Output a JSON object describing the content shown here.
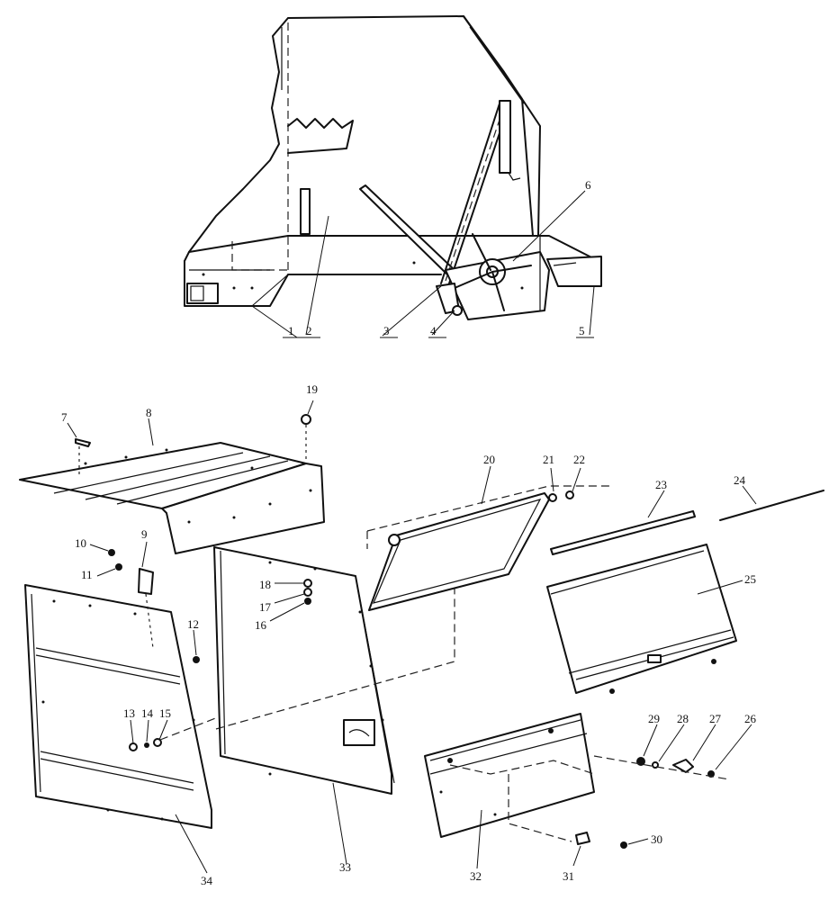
{
  "diagram": {
    "colors": {
      "line": "#111111",
      "background": "#ffffff"
    },
    "part_labels": [
      {
        "id": "p1",
        "text": "1"
      },
      {
        "id": "p2",
        "text": "2"
      },
      {
        "id": "p3",
        "text": "3"
      },
      {
        "id": "p4",
        "text": "4"
      },
      {
        "id": "p5",
        "text": "5"
      },
      {
        "id": "p6",
        "text": "6"
      },
      {
        "id": "p7",
        "text": "7"
      },
      {
        "id": "p8",
        "text": "8"
      },
      {
        "id": "p9",
        "text": "9"
      },
      {
        "id": "p10",
        "text": "10"
      },
      {
        "id": "p11",
        "text": "11"
      },
      {
        "id": "p12",
        "text": "12"
      },
      {
        "id": "p13",
        "text": "13"
      },
      {
        "id": "p14",
        "text": "14"
      },
      {
        "id": "p15",
        "text": "15"
      },
      {
        "id": "p16",
        "text": "16"
      },
      {
        "id": "p17",
        "text": "17"
      },
      {
        "id": "p18",
        "text": "18"
      },
      {
        "id": "p19",
        "text": "19"
      },
      {
        "id": "p20",
        "text": "20"
      },
      {
        "id": "p21",
        "text": "21"
      },
      {
        "id": "p22",
        "text": "22"
      },
      {
        "id": "p23",
        "text": "23"
      },
      {
        "id": "p24",
        "text": "24"
      },
      {
        "id": "p25",
        "text": "25"
      },
      {
        "id": "p26",
        "text": "26"
      },
      {
        "id": "p27",
        "text": "27"
      },
      {
        "id": "p28",
        "text": "28"
      },
      {
        "id": "p29",
        "text": "29"
      },
      {
        "id": "p30",
        "text": "30"
      },
      {
        "id": "p31",
        "text": "31"
      },
      {
        "id": "p32",
        "text": "32"
      },
      {
        "id": "p33",
        "text": "33"
      },
      {
        "id": "p34",
        "text": "34"
      }
    ]
  }
}
